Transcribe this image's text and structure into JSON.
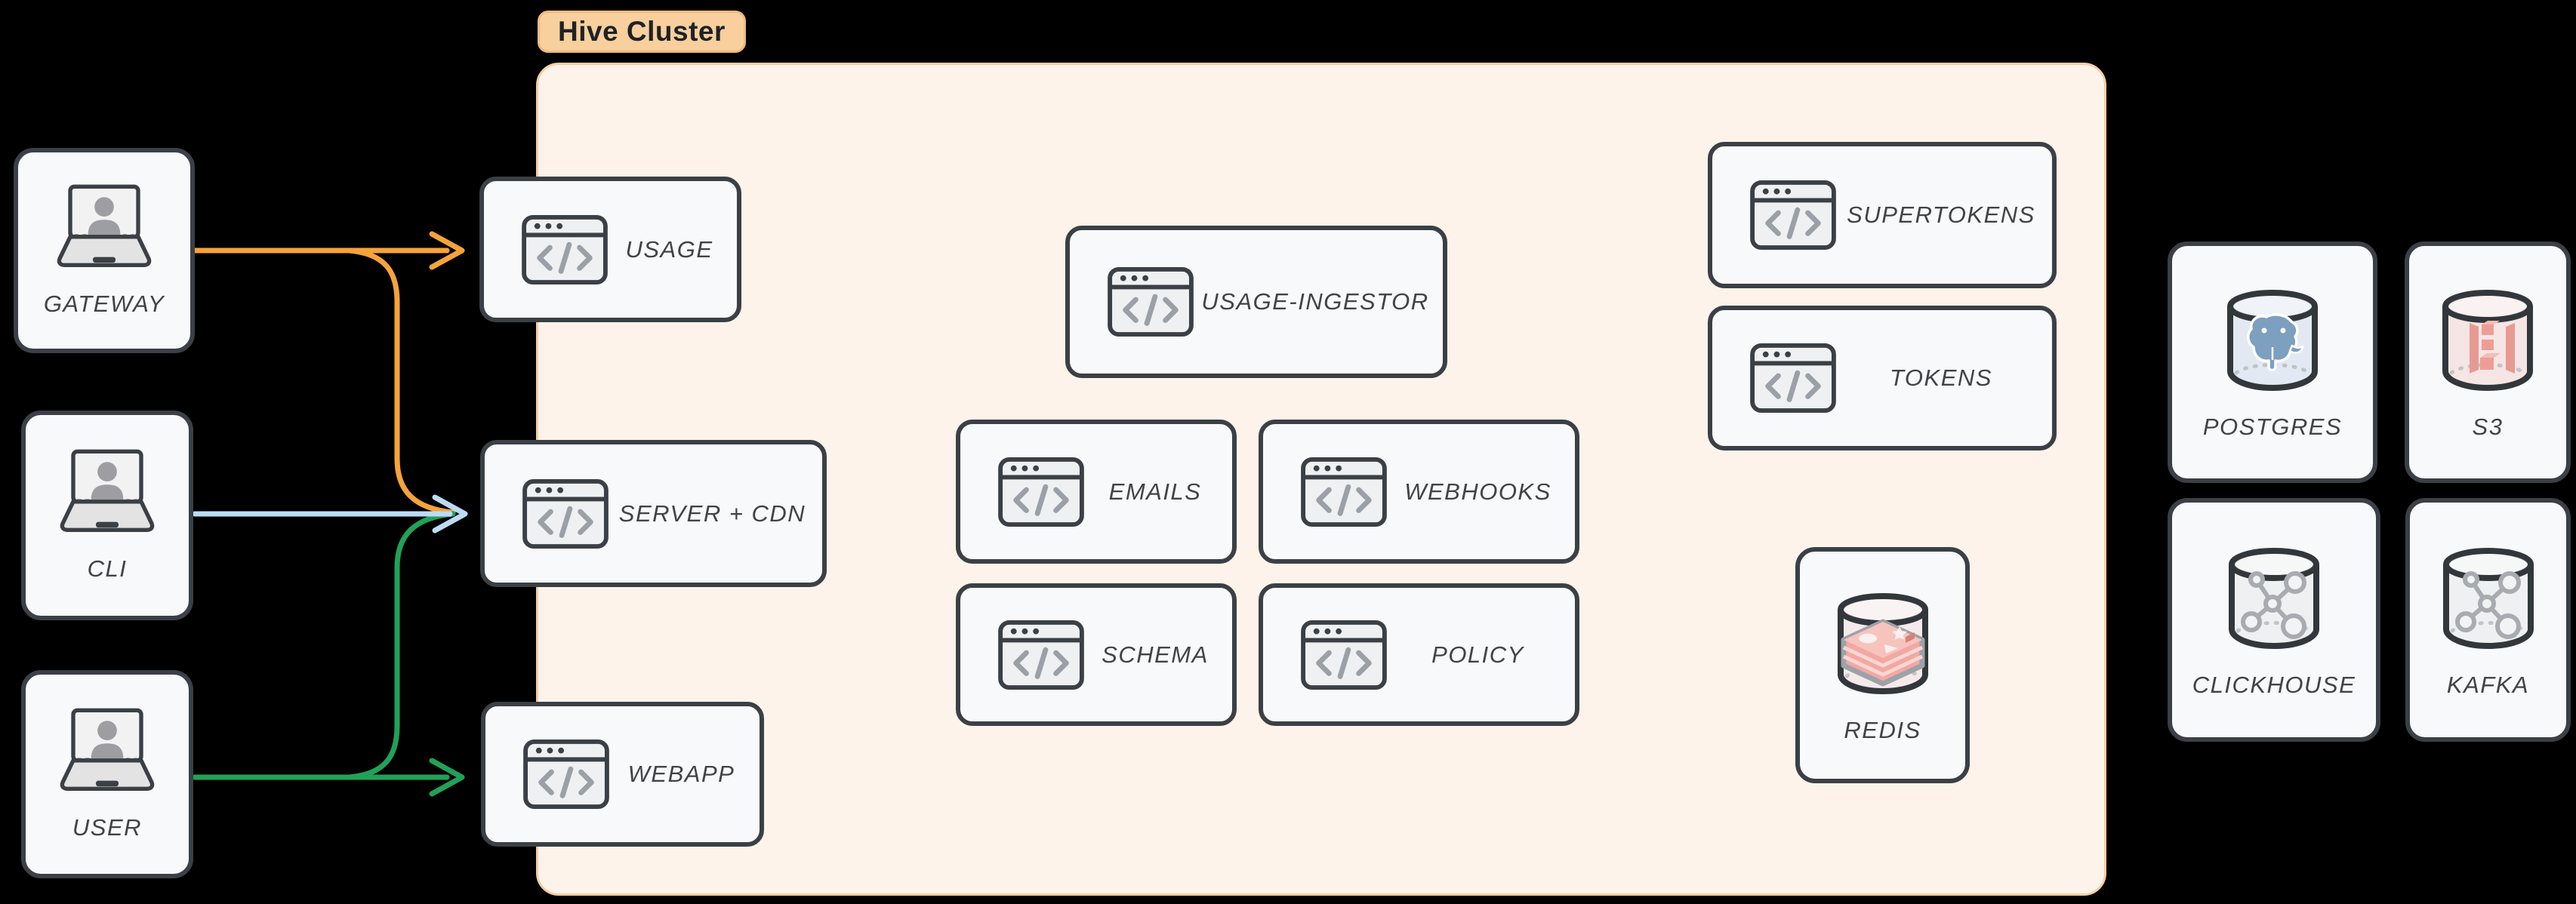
{
  "background": "#000000",
  "cluster": {
    "label": "Hive Cluster",
    "fill": "#FDF3EA",
    "border": "#F6CEA2",
    "tag_fill": "#F8CF9D",
    "tag_border": "#EDBB81",
    "tag_text_color": "#1E2226"
  },
  "clients": [
    {
      "label": "GATEWAY",
      "icon": "laptop-user-icon"
    },
    {
      "label": "CLI",
      "icon": "laptop-user-icon"
    },
    {
      "label": "USER",
      "icon": "laptop-user-icon"
    }
  ],
  "services": [
    {
      "label": "USAGE",
      "icon": "code-window-icon"
    },
    {
      "label": "SERVER + CDN",
      "icon": "code-window-icon"
    },
    {
      "label": "WEBAPP",
      "icon": "code-window-icon"
    },
    {
      "label": "USAGE-INGESTOR",
      "icon": "code-window-icon"
    },
    {
      "label": "EMAILS",
      "icon": "code-window-icon"
    },
    {
      "label": "WEBHOOKS",
      "icon": "code-window-icon"
    },
    {
      "label": "SCHEMA",
      "icon": "code-window-icon"
    },
    {
      "label": "POLICY",
      "icon": "code-window-icon"
    },
    {
      "label": "SUPERTOKENS",
      "icon": "code-window-icon"
    },
    {
      "label": "TOKENS",
      "icon": "code-window-icon"
    }
  ],
  "cluster_datastores": [
    {
      "label": "REDIS",
      "icon": "redis-database-icon",
      "accent": "#F2A8A2"
    }
  ],
  "external_datastores": [
    {
      "label": "POSTGRES",
      "icon": "postgres-database-icon",
      "accent": "#7D9FC0"
    },
    {
      "label": "S3",
      "icon": "s3-database-icon",
      "accent": "#E79A92"
    },
    {
      "label": "CLICKHOUSE",
      "icon": "clickhouse-database-icon",
      "accent": "#A8ACB0"
    },
    {
      "label": "KAFKA",
      "icon": "kafka-database-icon",
      "accent": "#A8ACB0"
    }
  ],
  "edges": [
    {
      "from": "GATEWAY",
      "to": "USAGE",
      "color": "#F6A33A"
    },
    {
      "from": "GATEWAY",
      "to": "SERVER + CDN",
      "color": "#F6A33A"
    },
    {
      "from": "CLI",
      "to": "SERVER + CDN",
      "color": "#BCDCF5"
    },
    {
      "from": "USER",
      "to": "WEBAPP",
      "color": "#21A158"
    },
    {
      "from": "USER",
      "to": "SERVER + CDN",
      "color": "#21A158"
    }
  ],
  "node_style": {
    "fill": "#F8F9FA",
    "border": "#3A4045",
    "text": "#3F4449"
  }
}
